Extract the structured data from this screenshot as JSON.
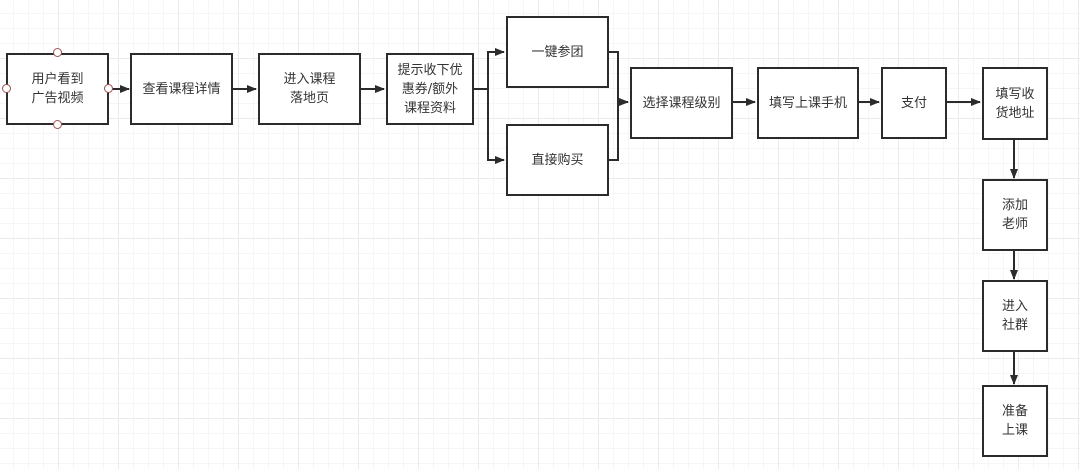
{
  "flowchart": {
    "nodes": {
      "watch_ad": "用户看到\n广告视频",
      "view_details": "查看课程详情",
      "landing_page": "进入课程\n落地页",
      "coupon_prompt": "提示收下优\n惠券/额外\n课程资料",
      "group_buy": "一键参团",
      "direct_buy": "直接购买",
      "select_level": "选择课程级别",
      "fill_phone": "填写上课手机",
      "pay": "支付",
      "fill_address": "填写收\n货地址",
      "add_teacher": "添加\n老师",
      "join_community": "进入\n社群",
      "prepare_class": "准备\n上课"
    }
  },
  "colors": {
    "node_border": "#2b2b2b",
    "edge": "#2b2b2b",
    "text": "#333333",
    "selection_handle": "#a05050",
    "grid_major": "#ebebeb",
    "grid_minor": "#f6f6f6"
  }
}
